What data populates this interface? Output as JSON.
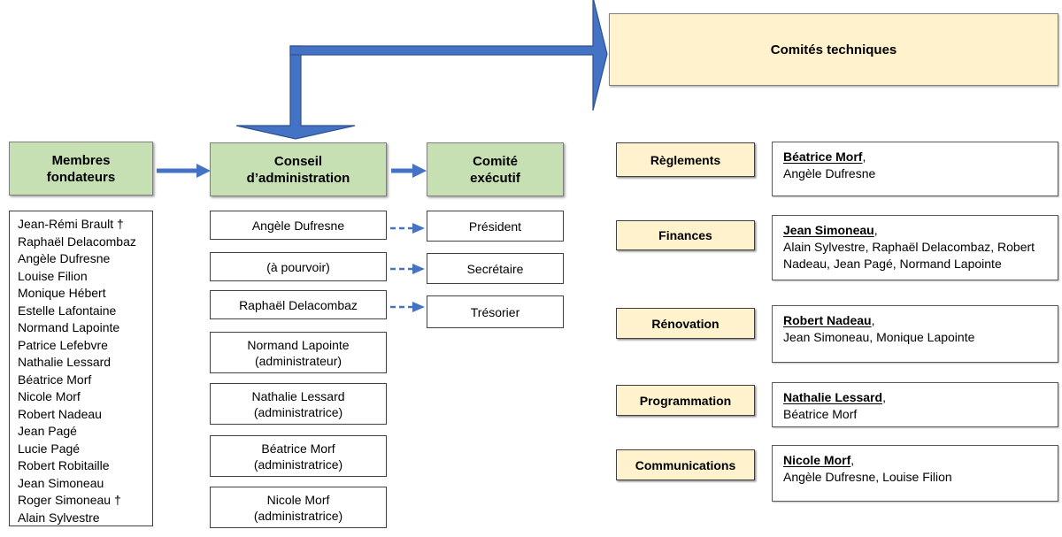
{
  "founders": {
    "header_line1": "Membres",
    "header_line2": "fondateurs",
    "members": [
      "Jean-Rémi Brault †",
      "Raphaël Delacombaz",
      "Angèle Dufresne",
      "Louise Filion",
      "Monique Hébert",
      "Estelle Lafontaine",
      "Normand Lapointe",
      "Patrice Lefebvre",
      "Nathalie Lessard",
      "Béatrice Morf",
      "Nicole Morf",
      "Robert Nadeau",
      "Jean Pagé",
      "Lucie Pagé",
      "Robert Robitaille",
      "Jean Simoneau",
      "Roger Simoneau †",
      "Alain Sylvestre"
    ]
  },
  "board": {
    "header_line1": "Conseil",
    "header_line2": "d’administration",
    "boxes": [
      {
        "line1": "Angèle Dufresne",
        "line2": ""
      },
      {
        "line1": "(à pourvoir)",
        "line2": ""
      },
      {
        "line1": "Raphaël Delacombaz",
        "line2": ""
      },
      {
        "line1": "Normand Lapointe",
        "line2": "(administrateur)"
      },
      {
        "line1": "Nathalie Lessard",
        "line2": "(administratrice)"
      },
      {
        "line1": "Béatrice Morf",
        "line2": "(administratrice)"
      },
      {
        "line1": "Nicole Morf",
        "line2": "(administratrice)"
      }
    ]
  },
  "executive": {
    "header_line1": "Comité",
    "header_line2": "exécutif",
    "roles": [
      "Président",
      "Secrétaire",
      "Trésorier"
    ]
  },
  "technical": {
    "header": "Comités techniques",
    "separator": ",",
    "committees": [
      {
        "label": "Règlements",
        "lead": "Béatrice Morf",
        "members": "Angèle Dufresne"
      },
      {
        "label": "Finances",
        "lead": "Jean Simoneau",
        "members": "Alain Sylvestre, Raphaël Delacombaz, Robert Nadeau, Jean Pagé, Normand Lapointe"
      },
      {
        "label": "Rénovation",
        "lead": "Robert Nadeau",
        "members": "Jean Simoneau, Monique Lapointe"
      },
      {
        "label": "Programmation",
        "lead": "Nathalie Lessard",
        "members": "Béatrice Morf"
      },
      {
        "label": "Communications",
        "lead": "Nicole Morf",
        "members": "Angèle Dufresne, Louise Filion"
      }
    ]
  },
  "colors": {
    "header_fill": "#C6E0B4",
    "committee_fill": "#FFF2CC",
    "arrow_blue": "#4472C4",
    "arrow_edge": "#2F528F",
    "box_border": "#404040"
  }
}
